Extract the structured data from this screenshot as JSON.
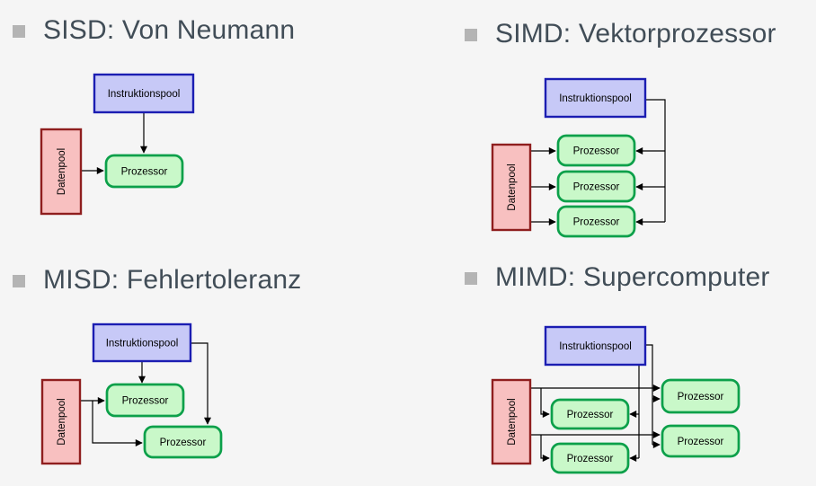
{
  "slide": {
    "background_color": "#f5f5f5"
  },
  "colors": {
    "background": "#f5f5f5",
    "title_color": "#414d57",
    "bullet_color": "#b4b4b4",
    "instruction_fill": "#c7c9f7",
    "instruction_border": "#1b1db2",
    "data_fill": "#f8c0c0",
    "data_border": "#8f1e1e",
    "processor_fill": "#c9f8c9",
    "processor_border": "#0ca04a",
    "arrow_color": "#000000"
  },
  "labels": {
    "instruction_pool": "Instruktionspool",
    "data_pool": "Datenpool",
    "processor": "Prozessor"
  },
  "diagrams": [
    {
      "key": "sisd",
      "title": "SISD: Von Neumann",
      "instruction_pools": 1,
      "data_pools": 1,
      "processor_count": 1
    },
    {
      "key": "simd",
      "title": "SIMD: Vektorprozessor",
      "instruction_pools": 1,
      "data_pools": 1,
      "processor_count": 3
    },
    {
      "key": "misd",
      "title": "MISD: Fehlertoleranz",
      "instruction_pools": 1,
      "data_pools": 1,
      "processor_count": 2
    },
    {
      "key": "mimd",
      "title": "MIMD: Supercomputer",
      "instruction_pools": 1,
      "data_pools": 1,
      "processor_count": 4
    }
  ]
}
